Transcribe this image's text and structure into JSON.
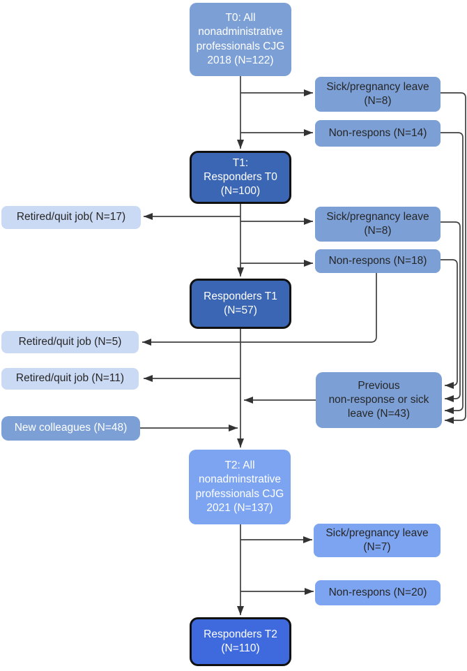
{
  "colors": {
    "medium_blue": "#7CA0D6",
    "bright_blue": "#7DA4F0",
    "light_blue": "#CBDAF4",
    "dark_blue": "#3B66B4",
    "vivid_blue": "#3E6ADE",
    "box_border": "#111111",
    "line": "#404040",
    "text_dark": "#262626",
    "text_light": "#FFFFFF"
  },
  "nodes": {
    "t0": {
      "label": "T0: All\nnonadministrative\nprofessionals CJG\n2018 (N=122)"
    },
    "sick_t0": {
      "label": "Sick/pregnancy leave\n(N=8)"
    },
    "nonresp_t0": {
      "label": "Non-respons (N=14)"
    },
    "t1": {
      "label": "T1:\nResponders  T0\n(N=100)"
    },
    "retired_17": {
      "label": "Retired/quit job( N=17)"
    },
    "sick_t1": {
      "label": "Sick/pregnancy leave\n(N=8)"
    },
    "nonresp_t1": {
      "label": "Non-respons (N=18)"
    },
    "resp_t1": {
      "label": "Responders T1\n(N=57)"
    },
    "retired_5": {
      "label": "Retired/quit job (N=5)"
    },
    "retired_11": {
      "label": "Retired/quit job (N=11)"
    },
    "previous": {
      "label": "Previous\nnon-response or sick\nleave (N=43)"
    },
    "new_colleagues": {
      "label": "New colleagues (N=48)"
    },
    "t2": {
      "label": "T2: All\nnonadminstrative\nprofessionals CJG\n2021 (N=137)"
    },
    "sick_t2": {
      "label": "Sick/pregnancy leave\n(N=7)"
    },
    "nonresp_t2": {
      "label": "Non-respons (N=20)"
    },
    "resp_t2": {
      "label": "Responders T2\n(N=110)"
    }
  },
  "edges": [
    {
      "from": "t0",
      "to": "sick_t0"
    },
    {
      "from": "t0",
      "to": "nonresp_t0"
    },
    {
      "from": "t0",
      "to": "t1"
    },
    {
      "from": "t1",
      "to": "retired_17"
    },
    {
      "from": "t1",
      "to": "sick_t1"
    },
    {
      "from": "t1",
      "to": "nonresp_t1"
    },
    {
      "from": "t1",
      "to": "resp_t1"
    },
    {
      "from": "nonresp_t1",
      "to": "retired_5"
    },
    {
      "from": "resp_t1",
      "to": "retired_11"
    },
    {
      "from": "resp_t1",
      "to": "t2"
    },
    {
      "from": "sick_t0",
      "to": "previous"
    },
    {
      "from": "nonresp_t0",
      "to": "previous"
    },
    {
      "from": "sick_t1",
      "to": "previous"
    },
    {
      "from": "nonresp_t1",
      "to": "previous"
    },
    {
      "from": "previous",
      "to": "t2"
    },
    {
      "from": "new_colleagues",
      "to": "t2"
    },
    {
      "from": "t2",
      "to": "sick_t2"
    },
    {
      "from": "t2",
      "to": "nonresp_t2"
    },
    {
      "from": "t2",
      "to": "resp_t2"
    }
  ]
}
